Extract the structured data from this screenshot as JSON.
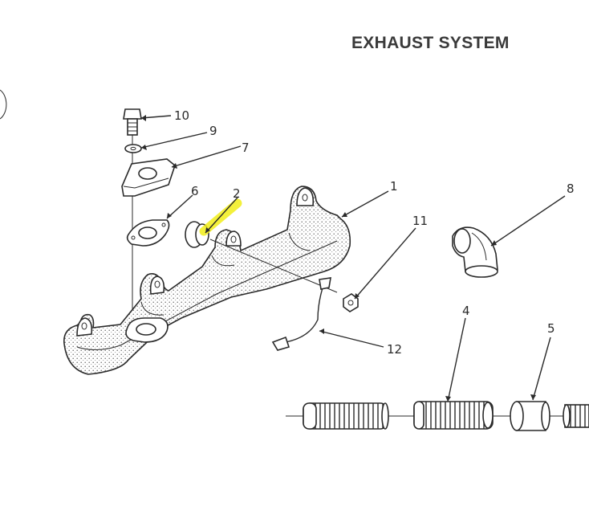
{
  "title": "EXHAUST SYSTEM",
  "callouts": {
    "c1": "1",
    "c2": "2",
    "c4": "4",
    "c5": "5",
    "c6": "6",
    "c7": "7",
    "c8": "8",
    "c9": "9",
    "c10": "10",
    "c11": "11",
    "c12": "12"
  },
  "highlight_color": "#f2ee1a"
}
